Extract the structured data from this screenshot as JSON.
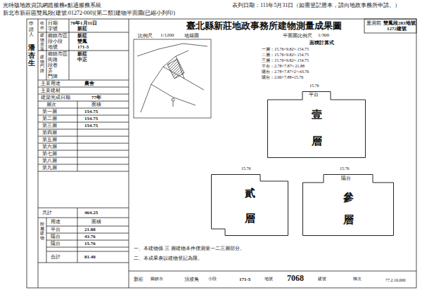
{
  "diagram": {
    "title": "臺北縣新莊地政事務所建物測量成果圖",
    "nodes": [
      {
        "text": [
          "平台",
          "壹",
          "層"
        ]
      },
      {
        "text": [
          "貳",
          "層"
        ]
      },
      {
        "text": [
          "陽台",
          "參",
          "層"
        ]
      }
    ],
    "labels": [
      "光特版地政資訊網路服務e點通服務系統",
      "表列日期：111年5月31日（如需登記謄本，請向地政事務所申請。）",
      "新北市新莊區雙鳳段(建號:01272-000)[第二類]建物平面圖(已縮小列印)",
      "重測前",
      "雙鳳段283地號",
      "1272建號",
      "比例尺",
      "1/1200",
      "地籍圖",
      "平面圖比例尺",
      "1/300",
      "面積計算式",
      "一層：15.76×9.82≒154.75",
      "二層：15.76×9.82≒154.75",
      "三層：15.76×9.82≒154.75",
      "平台：2.78×7.87≒21.88",
      "陽台：2.78×7.87×2≒43.76",
      "陽台：2.00×7.88=15.76",
      "申請人",
      "潘杏生",
      "收件",
      "日期",
      "78年1月11日",
      "字號",
      "新莊",
      "建物坐落",
      "鄉鎮市區",
      "新莊",
      "段小段",
      "雙鳳",
      "地號",
      "171-5",
      "建物門牌",
      "鄉鎮市區",
      "新莊",
      "街路",
      "中正",
      "段巷",
      "弄",
      "門牌",
      "主要用途",
      "農舍",
      "主要建材",
      "建築完成日期",
      "77年",
      "層次",
      "面積",
      "第一層",
      "154.75",
      "第二層",
      "154.75",
      "第三層",
      "154.75",
      "第四層",
      "第五層",
      "第六層",
      "第七層",
      "第八層",
      "第九層",
      "共計",
      "464.25",
      "附屬建物",
      "用途",
      "面積",
      "平台",
      "21.88",
      "陽台",
      "43.76",
      "陽台",
      "15.76",
      "合計",
      "81.40",
      "15.76",
      "15.76",
      "15.76",
      "一、本建物係 三 層建物本件僅測量一二三層部分。",
      "二、本成果表以建物登記為限。",
      "新莊",
      "鄉鎮市",
      "頂坡角",
      "小段",
      "171-5",
      "地號",
      "7068",
      "建號",
      "棟次",
      "77.2.10,000"
    ]
  }
}
